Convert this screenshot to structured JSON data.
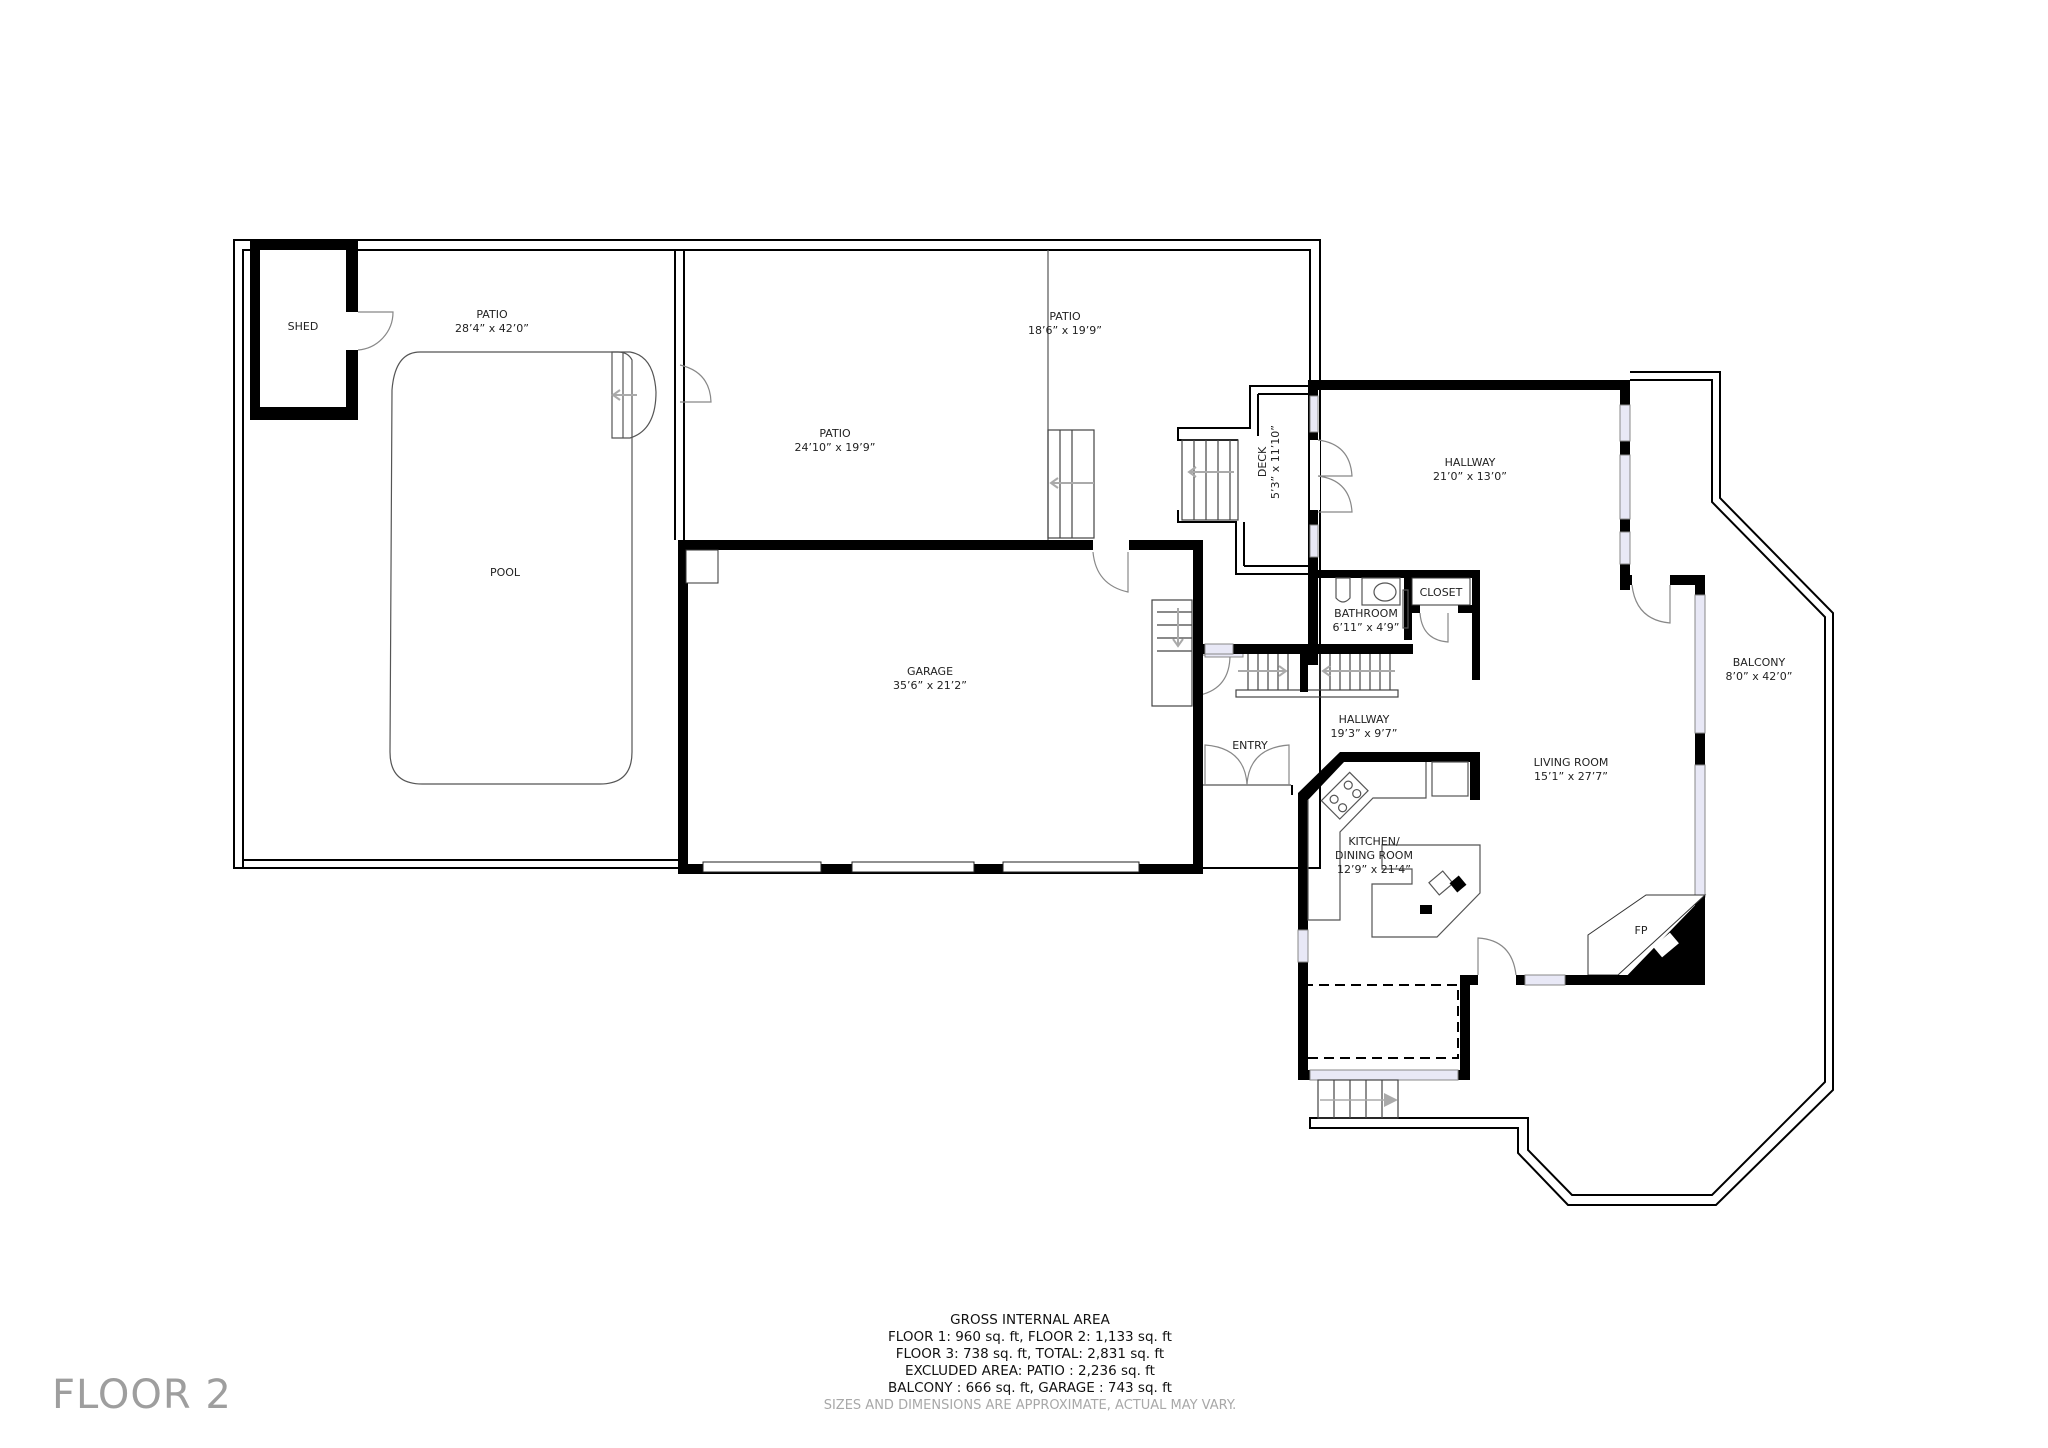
{
  "floor_title": "FLOOR 2",
  "rooms": {
    "shed": {
      "name": "SHED"
    },
    "patio_pool": {
      "name": "PATIO",
      "dims": "28’4” x 42’0”"
    },
    "pool": {
      "name": "POOL"
    },
    "patio_center": {
      "name": "PATIO",
      "dims": "24’10” x 19’9”"
    },
    "patio_right": {
      "name": "PATIO",
      "dims": "18’6” x 19’9”"
    },
    "deck": {
      "name": "DECK",
      "dims": "5’3” x 11’10”"
    },
    "hallway_upper": {
      "name": "HALLWAY",
      "dims": "21’0” x 13’0”"
    },
    "bathroom": {
      "name": "BATHROOM",
      "dims": "6’11”  x 4’9”"
    },
    "closet": {
      "name": "CLOSET"
    },
    "garage": {
      "name": "GARAGE",
      "dims": "35’6” x 21’2”"
    },
    "hallway_lower": {
      "name": "HALLWAY",
      "dims": "19’3” x 9’7”"
    },
    "entry": {
      "name": "ENTRY"
    },
    "living_room": {
      "name": "LIVING ROOM",
      "dims": "15’1” x 27’7”"
    },
    "kitchen": {
      "name_line1": "KITCHEN/",
      "name_line2": "DINING ROOM",
      "dims": "12’9” x 21’4”"
    },
    "fireplace": {
      "name": "FP"
    },
    "balcony": {
      "name": "BALCONY",
      "dims": "8’0” x 42’0”"
    }
  },
  "area_summary": {
    "heading": "GROSS INTERNAL AREA",
    "line1": "FLOOR 1: 960 sq. ft, FLOOR 2: 1,133 sq. ft",
    "line2": "FLOOR 3: 738 sq. ft, TOTAL: 2,831 sq. ft",
    "line3": "EXCLUDED AREA: PATIO : 2,236 sq. ft",
    "line4": "BALCONY : 666 sq. ft, GARAGE : 743 sq. ft",
    "disclaimer": "SIZES AND DIMENSIONS ARE APPROXIMATE, ACTUAL MAY VARY."
  },
  "colors": {
    "wall": "#000000",
    "window_fill": "#e8e8f6",
    "muted_text": "#9e9e9e"
  }
}
